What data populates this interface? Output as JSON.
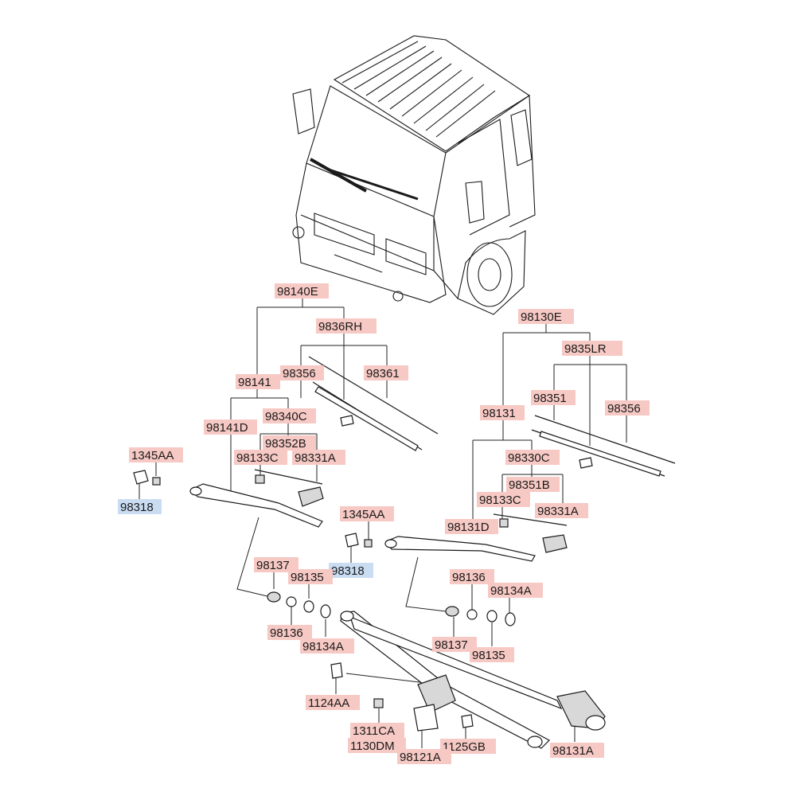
{
  "labels": {
    "l_98140E": "98140E",
    "l_9836RH": "9836RH",
    "l_98356_left": "98356",
    "l_98361": "98361",
    "l_98141": "98141",
    "l_98340C": "98340C",
    "l_98141D": "98141D",
    "l_98352B": "98352B",
    "l_98133C_left": "98133C",
    "l_98331A_left": "98331A",
    "l_1345AA_left": "1345AA",
    "l_98318_left": "98318",
    "l_98130E": "98130E",
    "l_9835LR": "9835LR",
    "l_98351": "98351",
    "l_98356_right": "98356",
    "l_98131": "98131",
    "l_98330C": "98330C",
    "l_98351B": "98351B",
    "l_98133C_right": "98133C",
    "l_98331A_right": "98331A",
    "l_98131D": "98131D",
    "l_1345AA_right": "1345AA",
    "l_98318_right": "98318",
    "l_98137_left": "98137",
    "l_98135_left": "98135",
    "l_98136_left": "98136",
    "l_98134A_left": "98134A",
    "l_98136_right": "98136",
    "l_98134A_right": "98134A",
    "l_98137_right": "98137",
    "l_98135_right": "98135",
    "l_1124AA": "1124AA",
    "l_1311CA": "1311CA",
    "l_1130DM": "1130DM",
    "l_1125GB": "1125GB",
    "l_98121A": "98121A",
    "l_98131A": "98131A"
  },
  "colors": {
    "part_label_box": "#f7c9c4",
    "reference_label_box": "#c9dcf2",
    "line": "#222222"
  }
}
